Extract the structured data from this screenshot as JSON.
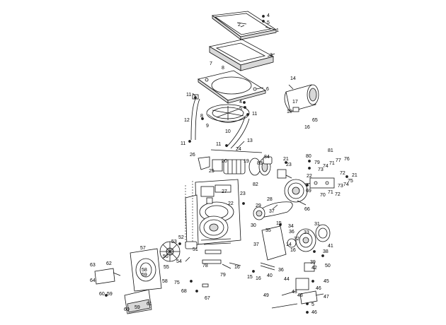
{
  "callouts": [
    {
      "key": "c4a",
      "t": "4"
    },
    {
      "key": "c5a",
      "t": "5"
    },
    {
      "key": "c2",
      "t": "2"
    },
    {
      "key": "c1",
      "t": "1"
    },
    {
      "key": "c3",
      "t": "3"
    },
    {
      "key": "c7",
      "t": "7"
    },
    {
      "key": "c8a",
      "t": "8"
    },
    {
      "key": "c6",
      "t": "6"
    },
    {
      "key": "c11a",
      "t": "11"
    },
    {
      "key": "c4b",
      "t": "4"
    },
    {
      "key": "c5b",
      "t": "5"
    },
    {
      "key": "c11b",
      "t": "11"
    },
    {
      "key": "c12",
      "t": "12"
    },
    {
      "key": "c8b",
      "t": "8"
    },
    {
      "key": "c9",
      "t": "9"
    },
    {
      "key": "c10",
      "t": "10"
    },
    {
      "key": "c11c",
      "t": "11"
    },
    {
      "key": "c13",
      "t": "13"
    },
    {
      "key": "c11d",
      "t": "11"
    },
    {
      "key": "c14",
      "t": "14"
    },
    {
      "key": "c17",
      "t": "17"
    },
    {
      "key": "c18",
      "t": "18"
    },
    {
      "key": "c16a",
      "t": "16"
    },
    {
      "key": "c65",
      "t": "65"
    },
    {
      "key": "c24",
      "t": "24"
    },
    {
      "key": "c26",
      "t": "26"
    },
    {
      "key": "c20",
      "t": "20"
    },
    {
      "key": "c19",
      "t": "19"
    },
    {
      "key": "c83",
      "t": "83"
    },
    {
      "key": "c84",
      "t": "84"
    },
    {
      "key": "c21a",
      "t": "21"
    },
    {
      "key": "c23a",
      "t": "23"
    },
    {
      "key": "c25",
      "t": "25"
    },
    {
      "key": "c82",
      "t": "82"
    },
    {
      "key": "c27",
      "t": "27"
    },
    {
      "key": "c80",
      "t": "80"
    },
    {
      "key": "c81",
      "t": "81"
    },
    {
      "key": "c79b",
      "t": "79"
    },
    {
      "key": "c73a",
      "t": "73"
    },
    {
      "key": "c74a",
      "t": "74"
    },
    {
      "key": "c71a",
      "t": "71"
    },
    {
      "key": "c77",
      "t": "77"
    },
    {
      "key": "c76",
      "t": "76"
    },
    {
      "key": "c22a",
      "t": "22"
    },
    {
      "key": "c72a",
      "t": "72"
    },
    {
      "key": "c21b",
      "t": "21"
    },
    {
      "key": "c69",
      "t": "69"
    },
    {
      "key": "c70",
      "t": "70"
    },
    {
      "key": "c71b",
      "t": "71"
    },
    {
      "key": "c72b",
      "t": "72"
    },
    {
      "key": "c73b",
      "t": "73"
    },
    {
      "key": "c74b",
      "t": "74"
    },
    {
      "key": "c75a",
      "t": "75"
    },
    {
      "key": "c66",
      "t": "66"
    },
    {
      "key": "c23b",
      "t": "23"
    },
    {
      "key": "c22b",
      "t": "22"
    },
    {
      "key": "c28",
      "t": "28"
    },
    {
      "key": "c29",
      "t": "29"
    },
    {
      "key": "c37a",
      "t": "37"
    },
    {
      "key": "c30",
      "t": "30"
    },
    {
      "key": "c15a",
      "t": "15"
    },
    {
      "key": "c34",
      "t": "34"
    },
    {
      "key": "c35",
      "t": "35"
    },
    {
      "key": "c36",
      "t": "36"
    },
    {
      "key": "c31",
      "t": "31"
    },
    {
      "key": "c32",
      "t": "32"
    },
    {
      "key": "c33",
      "t": "33"
    },
    {
      "key": "c37b",
      "t": "37"
    },
    {
      "key": "c14b",
      "t": "14"
    },
    {
      "key": "c16b",
      "t": "16"
    },
    {
      "key": "c41",
      "t": "41"
    },
    {
      "key": "c38",
      "t": "38"
    },
    {
      "key": "c52",
      "t": "52"
    },
    {
      "key": "c53",
      "t": "53"
    },
    {
      "key": "c51",
      "t": "51"
    },
    {
      "key": "c57",
      "t": "57"
    },
    {
      "key": "c56",
      "t": "56"
    },
    {
      "key": "c55",
      "t": "55"
    },
    {
      "key": "c54",
      "t": "54"
    },
    {
      "key": "c58a",
      "t": "58"
    },
    {
      "key": "c59a",
      "t": "59"
    },
    {
      "key": "c78",
      "t": "78"
    },
    {
      "key": "c16c",
      "t": "16"
    },
    {
      "key": "c79",
      "t": "79"
    },
    {
      "key": "c39",
      "t": "39"
    },
    {
      "key": "c50",
      "t": "50"
    },
    {
      "key": "c63",
      "t": "63"
    },
    {
      "key": "c62",
      "t": "62"
    },
    {
      "key": "c64",
      "t": "64"
    },
    {
      "key": "c60a",
      "t": "60"
    },
    {
      "key": "c59b",
      "t": "59"
    },
    {
      "key": "c58b",
      "t": "58"
    },
    {
      "key": "c75b",
      "t": "75"
    },
    {
      "key": "c68",
      "t": "68"
    },
    {
      "key": "c15b",
      "t": "15"
    },
    {
      "key": "c16d",
      "t": "16"
    },
    {
      "key": "c40",
      "t": "40"
    },
    {
      "key": "c36b",
      "t": "36"
    },
    {
      "key": "c42",
      "t": "42"
    },
    {
      "key": "c44",
      "t": "44"
    },
    {
      "key": "c45",
      "t": "45"
    },
    {
      "key": "c46",
      "t": "46"
    },
    {
      "key": "c43",
      "t": "43"
    },
    {
      "key": "c47",
      "t": "47"
    },
    {
      "key": "c61",
      "t": "61"
    },
    {
      "key": "c60b",
      "t": "60"
    },
    {
      "key": "c59c",
      "t": "59"
    },
    {
      "key": "c67",
      "t": "67"
    },
    {
      "key": "c49",
      "t": "49"
    },
    {
      "key": "c48",
      "t": "48"
    },
    {
      "key": "c5c",
      "t": "5"
    },
    {
      "key": "c46b",
      "t": "46"
    }
  ]
}
